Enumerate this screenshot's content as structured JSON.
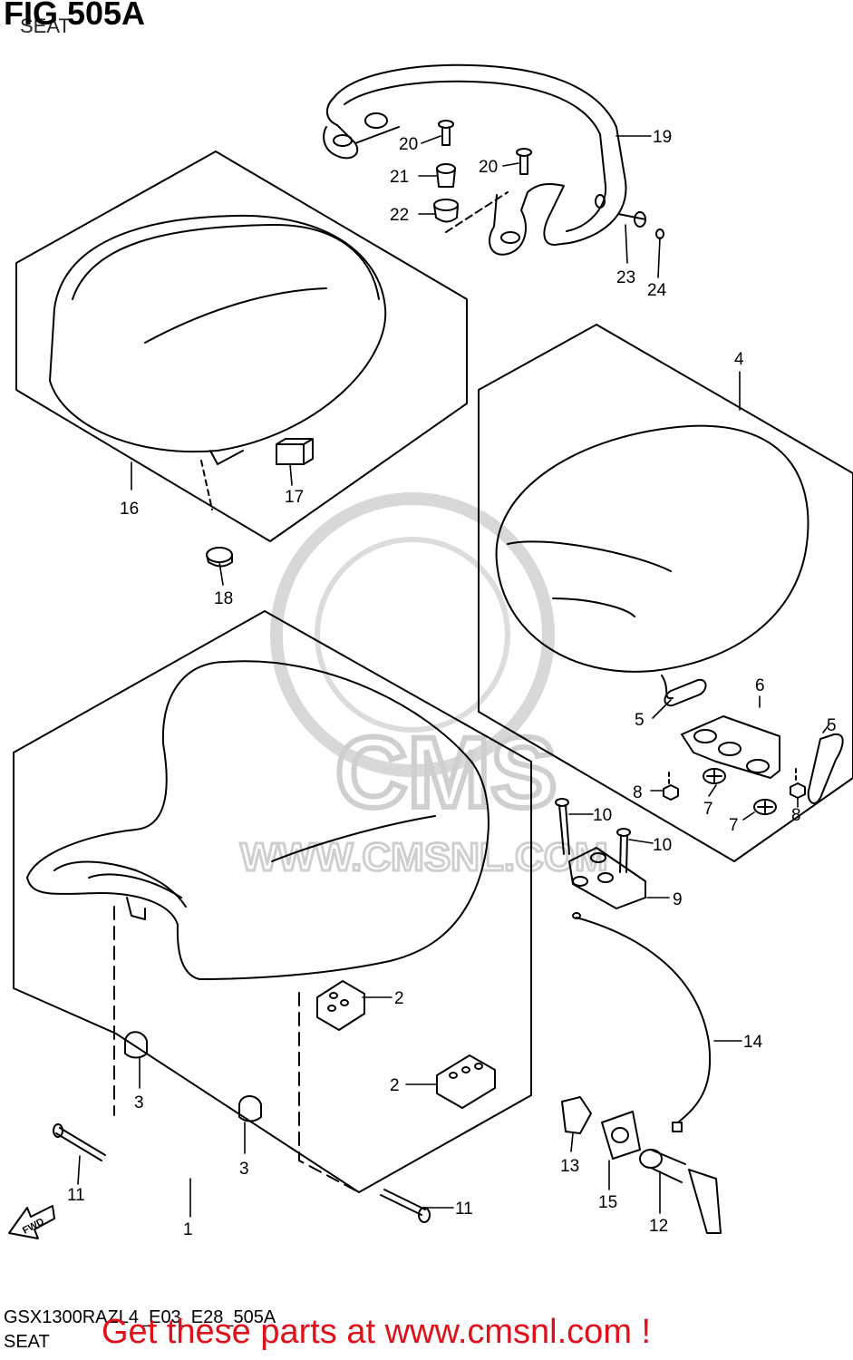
{
  "figure": {
    "title": "FIG 505A",
    "subtitle": "SEAT",
    "code": "GSX1300RAZL4_E03_E28_505A",
    "name": "SEAT"
  },
  "watermark": {
    "brand": "CMS",
    "url": "WWW.CMSNL.COM"
  },
  "promo": "Get these parts at www.cmsnl.com !",
  "fwd_label": "FWD",
  "callouts": [
    "1",
    "2",
    "2",
    "3",
    "3",
    "4",
    "5",
    "5",
    "6",
    "7",
    "7",
    "8",
    "8",
    "9",
    "10",
    "10",
    "11",
    "11",
    "12",
    "13",
    "14",
    "15",
    "16",
    "17",
    "18",
    "19",
    "20",
    "20",
    "21",
    "22",
    "23",
    "24"
  ],
  "colors": {
    "promo": "#e0101a",
    "line": "#000000",
    "watermark": "#cfcfcf"
  }
}
